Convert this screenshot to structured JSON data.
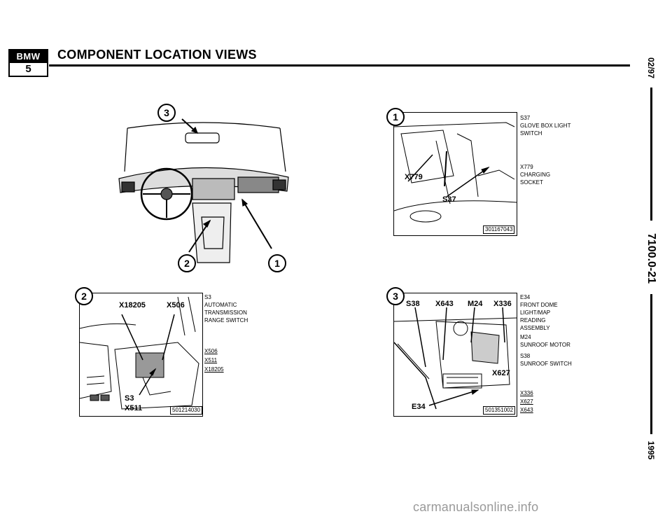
{
  "header": {
    "logo_top": "BMW",
    "logo_bottom": "5",
    "title": "COMPONENT LOCATION VIEWS"
  },
  "sidebar": {
    "date": "02/97",
    "doc_number": "7100.0-21",
    "year": "1995"
  },
  "overview": {
    "markers": [
      "3",
      "2",
      "1"
    ]
  },
  "views": {
    "view1": {
      "marker": "1",
      "figure_number": "301167043",
      "labels": [
        "X779",
        "S37"
      ],
      "callouts": [
        {
          "code": "S37",
          "desc": [
            "GLOVE BOX LIGHT",
            "SWITCH"
          ]
        },
        {
          "code": "X779",
          "desc": [
            "CHARGING",
            "SOCKET"
          ]
        }
      ]
    },
    "view2": {
      "marker": "2",
      "figure_number": "501214030",
      "labels": [
        "X18205",
        "X506",
        "S3",
        "X511"
      ],
      "callouts": [
        {
          "code": "S3",
          "desc": [
            "AUTOMATIC",
            "TRANSMISSION",
            "RANGE SWITCH"
          ]
        }
      ],
      "connectors": [
        "X506",
        "X511",
        "X18205"
      ]
    },
    "view3": {
      "marker": "3",
      "figure_number": "501351002",
      "labels": [
        "S38",
        "X643",
        "M24",
        "X336",
        "X627",
        "E34"
      ],
      "callouts": [
        {
          "code": "E34",
          "desc": [
            "FRONT DOME",
            "LIGHT/MAP",
            "READING",
            "ASSEMBLY"
          ]
        },
        {
          "code": "M24",
          "desc": [
            "SUNROOF MOTOR"
          ]
        },
        {
          "code": "S38",
          "desc": [
            "SUNROOF SWITCH"
          ]
        }
      ],
      "connectors": [
        "X336",
        "X627",
        "X643"
      ]
    }
  },
  "watermark": "carmanualsonline.info",
  "colors": {
    "ink": "#000000",
    "paper": "#ffffff",
    "watermark": "#9a9a9a"
  }
}
